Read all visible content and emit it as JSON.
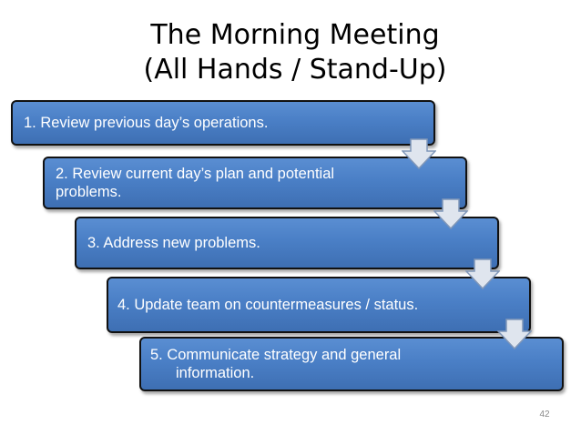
{
  "slide": {
    "title_line1": "The Morning Meeting",
    "title_line2": "(All Hands / Stand-Up)",
    "page_number": "42"
  },
  "steps": [
    {
      "label": "1. Review previous day’s operations."
    },
    {
      "label": "2. Review current day’s plan and potential problems."
    },
    {
      "label": "3. Address new problems."
    },
    {
      "label": "4. Update team on countermeasures / status."
    },
    {
      "label": "5. Communicate strategy and general information."
    }
  ],
  "colors": {
    "box_fill": "#4a7fc6",
    "box_border": "#111111",
    "arrow_fill": "#dfe5ee",
    "arrow_stroke": "#7f96b8"
  },
  "icons": {
    "connector": "down-arrow-icon"
  }
}
